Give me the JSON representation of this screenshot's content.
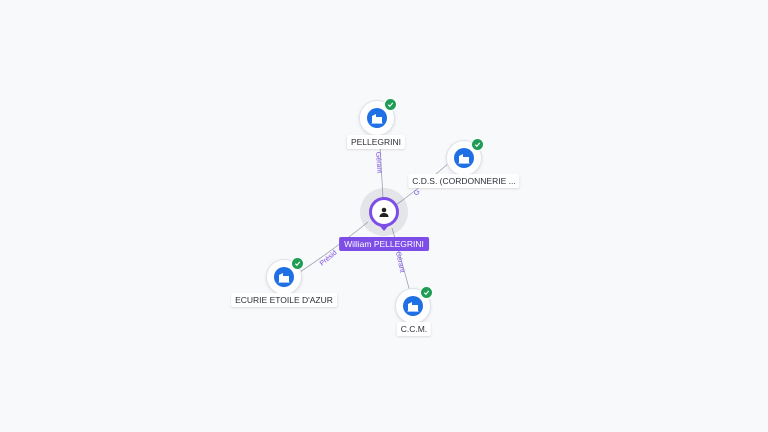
{
  "person": {
    "name": "William PELLEGRINI",
    "icon": "person-icon"
  },
  "companies": [
    {
      "id": "pellegrini",
      "name": "PELLEGRINI",
      "icon": "building-icon",
      "verified": true
    },
    {
      "id": "cds",
      "name": "C.D.S. (CORDONNERIE ...",
      "icon": "building-icon",
      "verified": true
    },
    {
      "id": "ecurie",
      "name": "ECURIE ETOILE D'AZUR",
      "icon": "building-icon",
      "verified": true
    },
    {
      "id": "ccm",
      "name": "C.C.M.",
      "icon": "building-icon",
      "verified": true
    }
  ],
  "edges": [
    {
      "to": "pellegrini",
      "role": "Gérant"
    },
    {
      "to": "cds",
      "role": "G"
    },
    {
      "to": "ecurie",
      "role": "Présid"
    },
    {
      "to": "ccm",
      "role": "Gérant"
    }
  ],
  "colors": {
    "person": "#7d4de8",
    "company": "#1f6fe5",
    "verified": "#1f9d55",
    "edge": "#7d4de8"
  }
}
